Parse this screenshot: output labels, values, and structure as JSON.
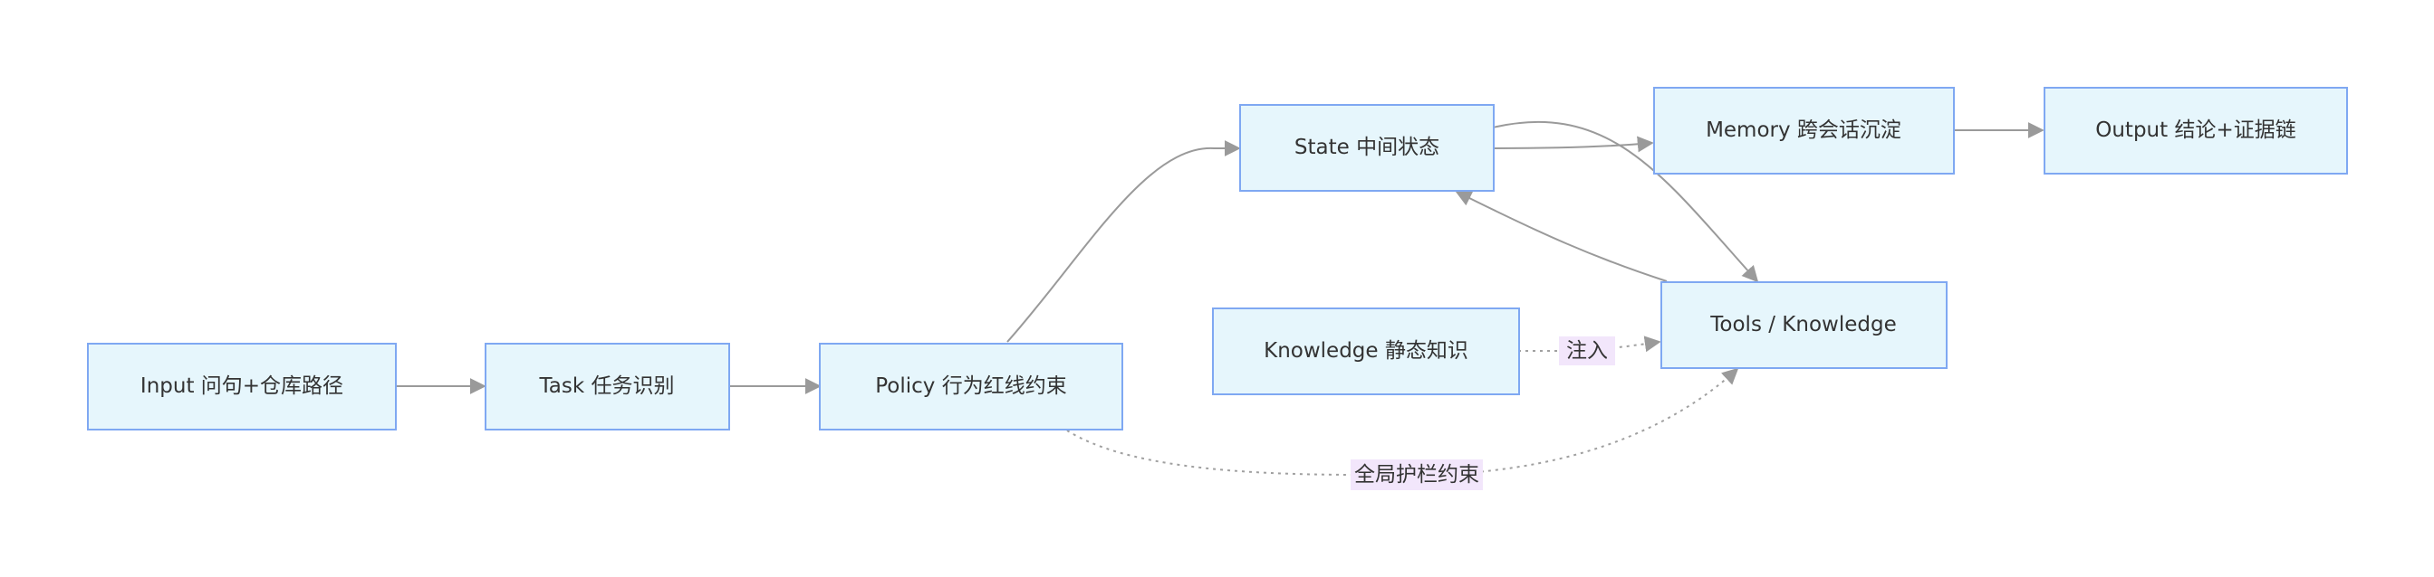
{
  "diagram": {
    "type": "flowchart",
    "nodes": {
      "input": "Input 问句+仓库路径",
      "task": "Task 任务识别",
      "policy": "Policy 行为红线约束",
      "state": "State 中间状态",
      "memory": "Memory 跨会话沉淀",
      "output": "Output 结论+证据链",
      "knowledge": "Knowledge 静态知识",
      "tools": "Tools / Knowledge"
    },
    "edge_labels": {
      "inject": "注入",
      "guardrail": "全局护栏约束"
    },
    "edges": [
      {
        "from": "input",
        "to": "task",
        "style": "solid"
      },
      {
        "from": "task",
        "to": "policy",
        "style": "solid"
      },
      {
        "from": "policy",
        "to": "state",
        "style": "solid"
      },
      {
        "from": "state",
        "to": "memory",
        "style": "solid"
      },
      {
        "from": "memory",
        "to": "output",
        "style": "solid"
      },
      {
        "from": "state",
        "to": "tools",
        "style": "solid"
      },
      {
        "from": "tools",
        "to": "state",
        "style": "solid"
      },
      {
        "from": "knowledge",
        "to": "tools",
        "style": "dashed",
        "label": "注入"
      },
      {
        "from": "policy",
        "to": "tools",
        "style": "dashed",
        "label": "全局护栏约束"
      }
    ],
    "colors": {
      "node_fill": "#e6f6fc",
      "node_border": "#7fa8f2",
      "edge": "#9a9a9a",
      "edge_label_bg": "#f2e6fb"
    }
  }
}
